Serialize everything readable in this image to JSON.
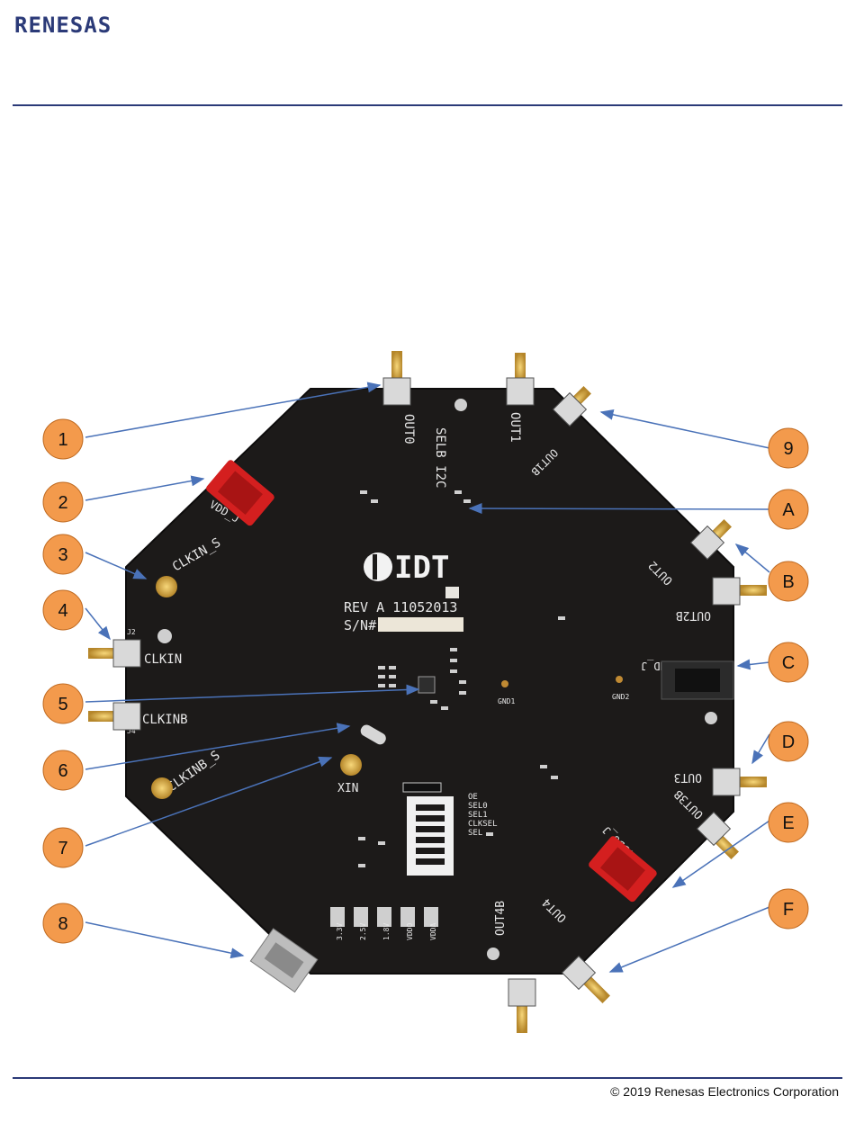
{
  "header": {
    "logo_text": "RENESAS",
    "brand_color": "#2b3a78"
  },
  "board": {
    "brand_text": "IDT",
    "rev_text": "REV A 11052013",
    "sn_text": "S/N#",
    "silkscreen": {
      "clkin_s": "CLKIN_S",
      "clkin": "CLKIN",
      "clkinb": "CLKINB",
      "clkinb_s": "CLKINB_S",
      "xin": "XIN",
      "vdd_j": "VDD_J",
      "gnd_j": "GND_J",
      "vddo_j": "VDDO_J",
      "out0": "OUT0",
      "out1": "OUT1",
      "out1b": "OUT1B",
      "out2": "OUT2",
      "out2b": "OUT2B",
      "out3": "OUT3",
      "out3b": "OUT3B",
      "out4": "OUT4",
      "out4b": "OUT4B",
      "selb_i2c": "SELB I2C",
      "j2": "J2",
      "j4": "J4",
      "gnd1": "GND1",
      "gnd2": "GND2"
    },
    "dip_labels": [
      "OE",
      "SEL0",
      "SEL1",
      "CLKSEL",
      "SEL"
    ],
    "regulator_labels": [
      "3.3V",
      "2.5V",
      "1.8V",
      "VDDO",
      "VDDA"
    ],
    "callouts": [
      "1",
      "2",
      "3",
      "4",
      "5",
      "6",
      "7",
      "8",
      "9",
      "A",
      "B",
      "C",
      "D",
      "E",
      "F"
    ],
    "callout_color": "#f39a4c",
    "arrow_color": "#4a72b8"
  },
  "footer": {
    "copyright": "© 2019 Renesas Electronics Corporation"
  }
}
